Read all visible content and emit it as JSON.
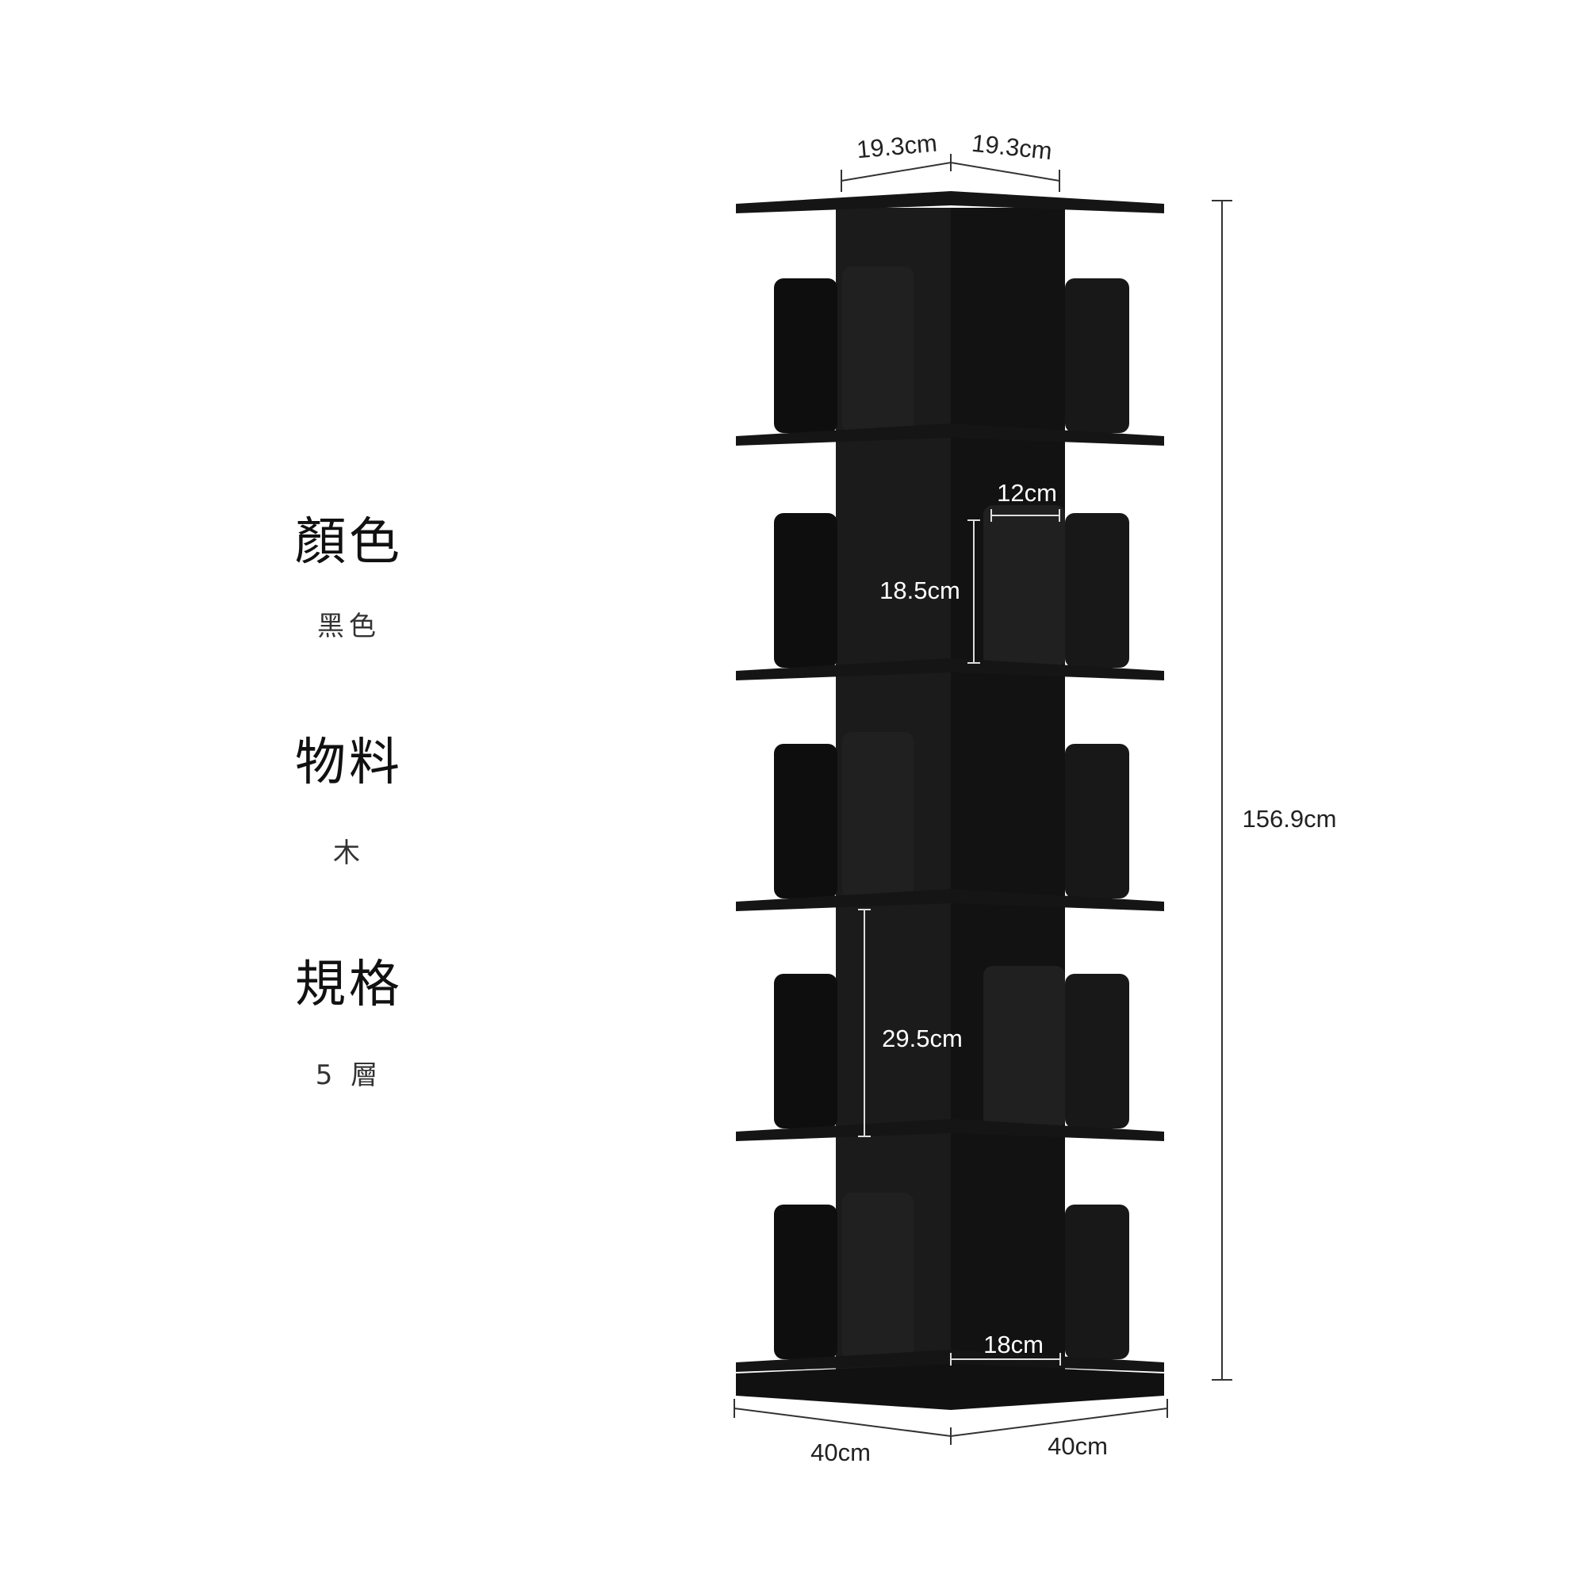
{
  "specs": [
    {
      "title": "顏色",
      "value": "黑色"
    },
    {
      "title": "物料",
      "value": "木"
    },
    {
      "title": "規格",
      "value": "5 層"
    }
  ],
  "dimensions": {
    "top_left_width": "19.3cm",
    "top_right_width": "19.3cm",
    "total_height": "156.9cm",
    "divider_width": "12cm",
    "divider_height": "18.5cm",
    "tier_height": "29.5cm",
    "bottom_compartment": "18cm",
    "base_left": "40cm",
    "base_right": "40cm"
  },
  "product": {
    "tiers": 5,
    "color": "#151515"
  }
}
